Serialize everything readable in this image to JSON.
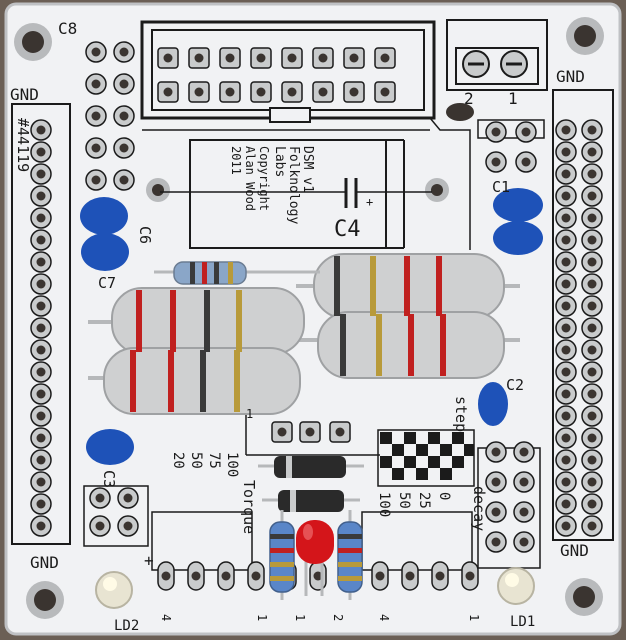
{
  "photo": {
    "colors": {
      "background": "#6b5f55",
      "pcb": "#f1f2f4",
      "pcb_shadow": "#d9dadd",
      "silkscreen": "#1b1b1b",
      "pad": "#c9cbcc",
      "capacitor": "#1e52b8",
      "resistor_body": "#cfd0d1",
      "band_red": "#c0201f",
      "band_gold": "#b89a3a",
      "led_red": "#d4151a"
    }
  },
  "silkscreen": {
    "c8": "C8",
    "gnd_top_left": "GND",
    "gnd_top_right": "GND",
    "gnd_bottom_left": "GND",
    "gnd_bottom_right": "GND",
    "board_number": "#44119",
    "connector_2": "2",
    "connector_1": "1",
    "c1": "C1",
    "c6": "C6",
    "c7": "C7",
    "c2": "C2",
    "c3": "C3",
    "c4": "C4",
    "info_lines": [
      "DSM v1",
      "Folknology",
      "Labs",
      "Copyright",
      "Alan Wood",
      "2011"
    ],
    "torque_label": "Torque",
    "torque_values": [
      "100",
      "75",
      "50",
      "20"
    ],
    "step_label": "step",
    "decay_label": "decay",
    "decay_values": [
      "0",
      "25",
      "50",
      "100"
    ],
    "ld1": "LD1",
    "ld2": "LD2",
    "plus_left": "+",
    "plus_right": "+",
    "pin_mark_a": "4",
    "pin_mark_b": "1",
    "pin_mark_c": "4",
    "pin_mark_d": "1",
    "pin_mark_e": "1",
    "pin_mark_f": "2",
    "pin_mark_g": "1"
  }
}
